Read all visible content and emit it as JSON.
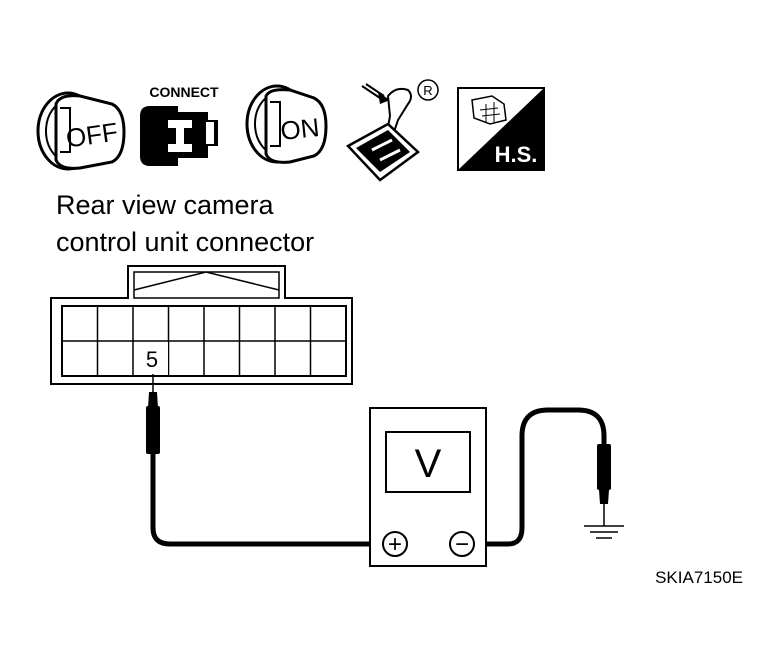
{
  "icons": {
    "ignition_off_text": "OFF",
    "connect_label": "CONNECT",
    "ignition_on_text": "ON",
    "registered_mark": "R",
    "hs_text": "H.S."
  },
  "connector": {
    "title_line1": "Rear view camera",
    "title_line2": "control unit connector",
    "pin_label": "5"
  },
  "meter": {
    "display": "V",
    "positive_symbol": "+",
    "negative_symbol": "−"
  },
  "figure_code": "SKIA7150E"
}
